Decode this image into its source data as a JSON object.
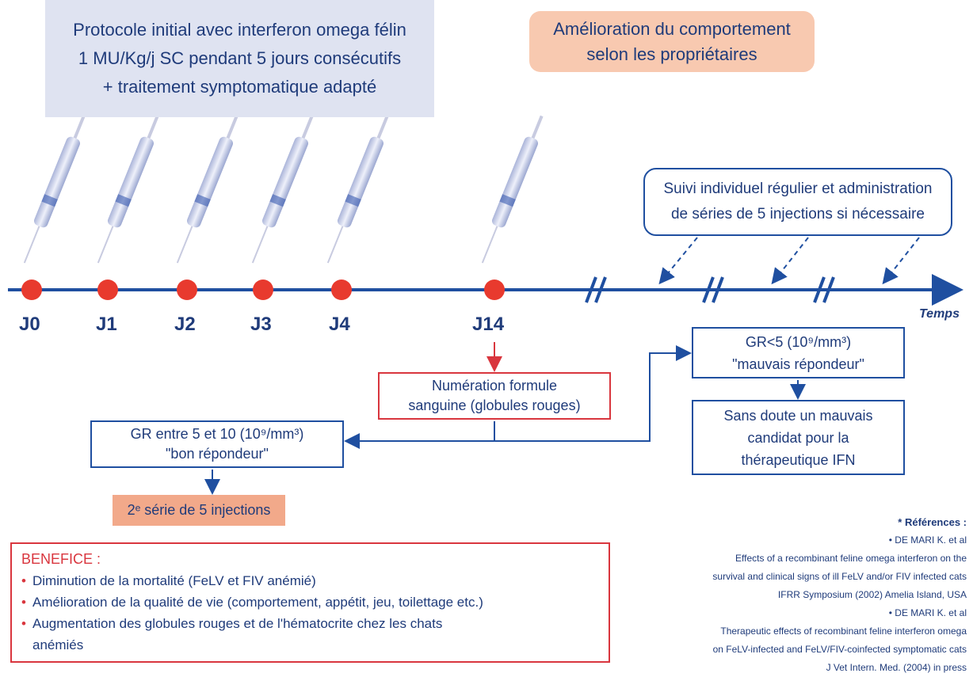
{
  "protocol": {
    "line1": "Protocole initial avec interferon omega félin",
    "line2": "1 MU/Kg/j SC pendant 5 jours consécutifs",
    "line3": "+ traitement symptomatique adapté"
  },
  "behavior": {
    "line1": "Amélioration du comportement",
    "line2": "selon les propriétaires"
  },
  "followup": {
    "line1": "Suivi individuel régulier et administration",
    "line2": "de séries de 5 injections si nécessaire"
  },
  "timeline": {
    "days": [
      "J0",
      "J1",
      "J2",
      "J3",
      "J4",
      "J14"
    ],
    "axis_label": "Temps"
  },
  "blood_count": {
    "line1": "Numération formule",
    "line2": "sanguine (globules rouges)"
  },
  "good_responder": {
    "line1": "GR entre 5 et 10 (10⁹/mm³)",
    "line2": "\"bon répondeur\""
  },
  "poor_responder": {
    "line1": "GR<5 (10⁹/mm³)",
    "line2": "\"mauvais répondeur\""
  },
  "candidate": {
    "line1": "Sans doute un mauvais",
    "line2": "candidat pour la",
    "line3": "thérapeutique IFN"
  },
  "second_series": "2ᵉ série de 5 injections",
  "benefit": {
    "title": "BENEFICE :",
    "items": [
      "Diminution de la mortalité (FeLV et FIV anémié)",
      "Amélioration de la qualité de vie (comportement, appétit, jeu, toilettage etc.)",
      "Augmentation des globules rouges et de l'hématocrite chez les chats",
      "anémiés"
    ]
  },
  "references": {
    "title": "* Références :",
    "lines": [
      "• DE MARI K. et al",
      "Effects of a recombinant feline omega interferon on the",
      "survival and clinical signs of ill FeLV and/or FIV infected cats",
      "IFRR Symposium (2002) Amelia Island, USA",
      "• DE MARI K. et al",
      "Therapeutic effects of recombinant feline interferon omega",
      "on FeLV-infected and FeLV/FIV-coinfected symptomatic cats",
      "J Vet Intern. Med. (2004) in press"
    ]
  },
  "colors": {
    "navy": "#1f3b7a",
    "axis_blue": "#1f4fa0",
    "red": "#d9363e",
    "lavender": "#dfe3f1",
    "peach": "#f8c9b0",
    "salmon": "#f2a98a"
  }
}
